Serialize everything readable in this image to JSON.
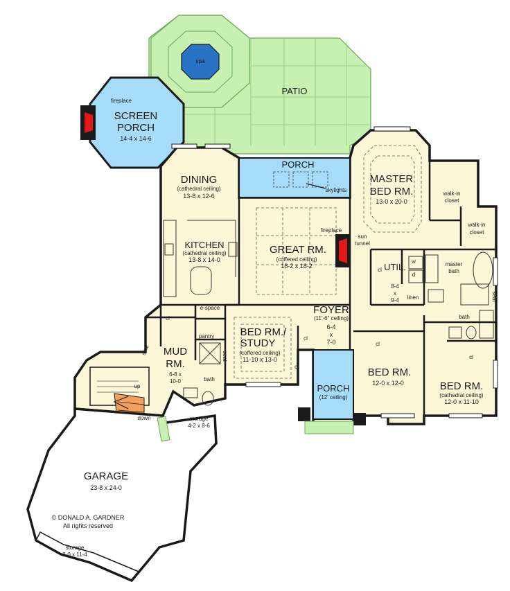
{
  "rooms": {
    "screen_porch": {
      "name1": "SCREEN",
      "name2": "PORCH",
      "dims": "14-4 x 14-6",
      "fireplace": "fireplace"
    },
    "spa": "spa",
    "patio": "PATIO",
    "porch_rear": "PORCH",
    "skylights": "skylights",
    "dining": {
      "name": "DINING",
      "note": "(cathedral ceiling)",
      "dims": "13-8 x 12-6"
    },
    "kitchen": {
      "name": "KITCHEN",
      "note": "(cathedral ceiling)",
      "dims": "13-8 x 14-0"
    },
    "great": {
      "name": "GREAT RM.",
      "note": "(coffered ceiling)",
      "dims": "18-2 x 18-2",
      "fireplace": "fireplace"
    },
    "master": {
      "name1": "MASTER",
      "name2": "BED RM.",
      "dims": "13-0 x 20-0"
    },
    "walkin1": {
      "l1": "walk-in",
      "l2": "closet"
    },
    "walkin2": {
      "l1": "walk-in",
      "l2": "closet"
    },
    "sun_tunnel": {
      "l1": "sun",
      "l2": "tunnel"
    },
    "util": {
      "name": "UTIL.",
      "w": "w",
      "d": "d",
      "d1": "8-4",
      "d2": "x",
      "d3": "9-4"
    },
    "linen": "linen",
    "master_bath": {
      "l1": "master",
      "l2": "bath"
    },
    "espace": "e-space",
    "foyer": {
      "name": "FOYER",
      "note": "(11'-6\" ceiling)",
      "d1": "6-4",
      "d2": "x",
      "d3": "7-0"
    },
    "study": {
      "name1": "BED RM./",
      "name2": "STUDY",
      "note": "(coffered ceiling)",
      "dims": "11-10 x 13-0"
    },
    "pantry": "pantry",
    "mud": {
      "name1": "MUD",
      "name2": "RM.",
      "d1": "6-8 x",
      "d2": "10-0"
    },
    "bath": "bath",
    "bath2": "bath",
    "seat1": "seat",
    "seat2": "seat",
    "seat3": "seat",
    "cl": "cl",
    "up": "up",
    "down": "down",
    "storage1": {
      "l1": "storage",
      "l2": "4-2 x 8-6"
    },
    "porch_front": {
      "name": "PORCH",
      "note": "(12' ceiling)"
    },
    "bed2": {
      "name": "BED RM.",
      "dims": "12-0 x 12-0"
    },
    "bed3": {
      "name": "BED RM.",
      "note": "(cathedral ceiling)",
      "dims": "12-0 x 11-10"
    },
    "garage": {
      "name": "GARAGE",
      "dims": "23-8 x 24-0"
    },
    "storage2": {
      "l1": "storage",
      "l2": "2-0 x 11-4"
    }
  },
  "copyright": {
    "l1": "© DONALD A. GARDNER",
    "l2": "All rights reserved"
  },
  "colors": {
    "floor": "#fdf6d8",
    "patio": "#c8f0b0",
    "porch": "#a6dcf7",
    "spa": "#2a72c4",
    "fire": "#e01818",
    "stair": "#f0a05a"
  }
}
